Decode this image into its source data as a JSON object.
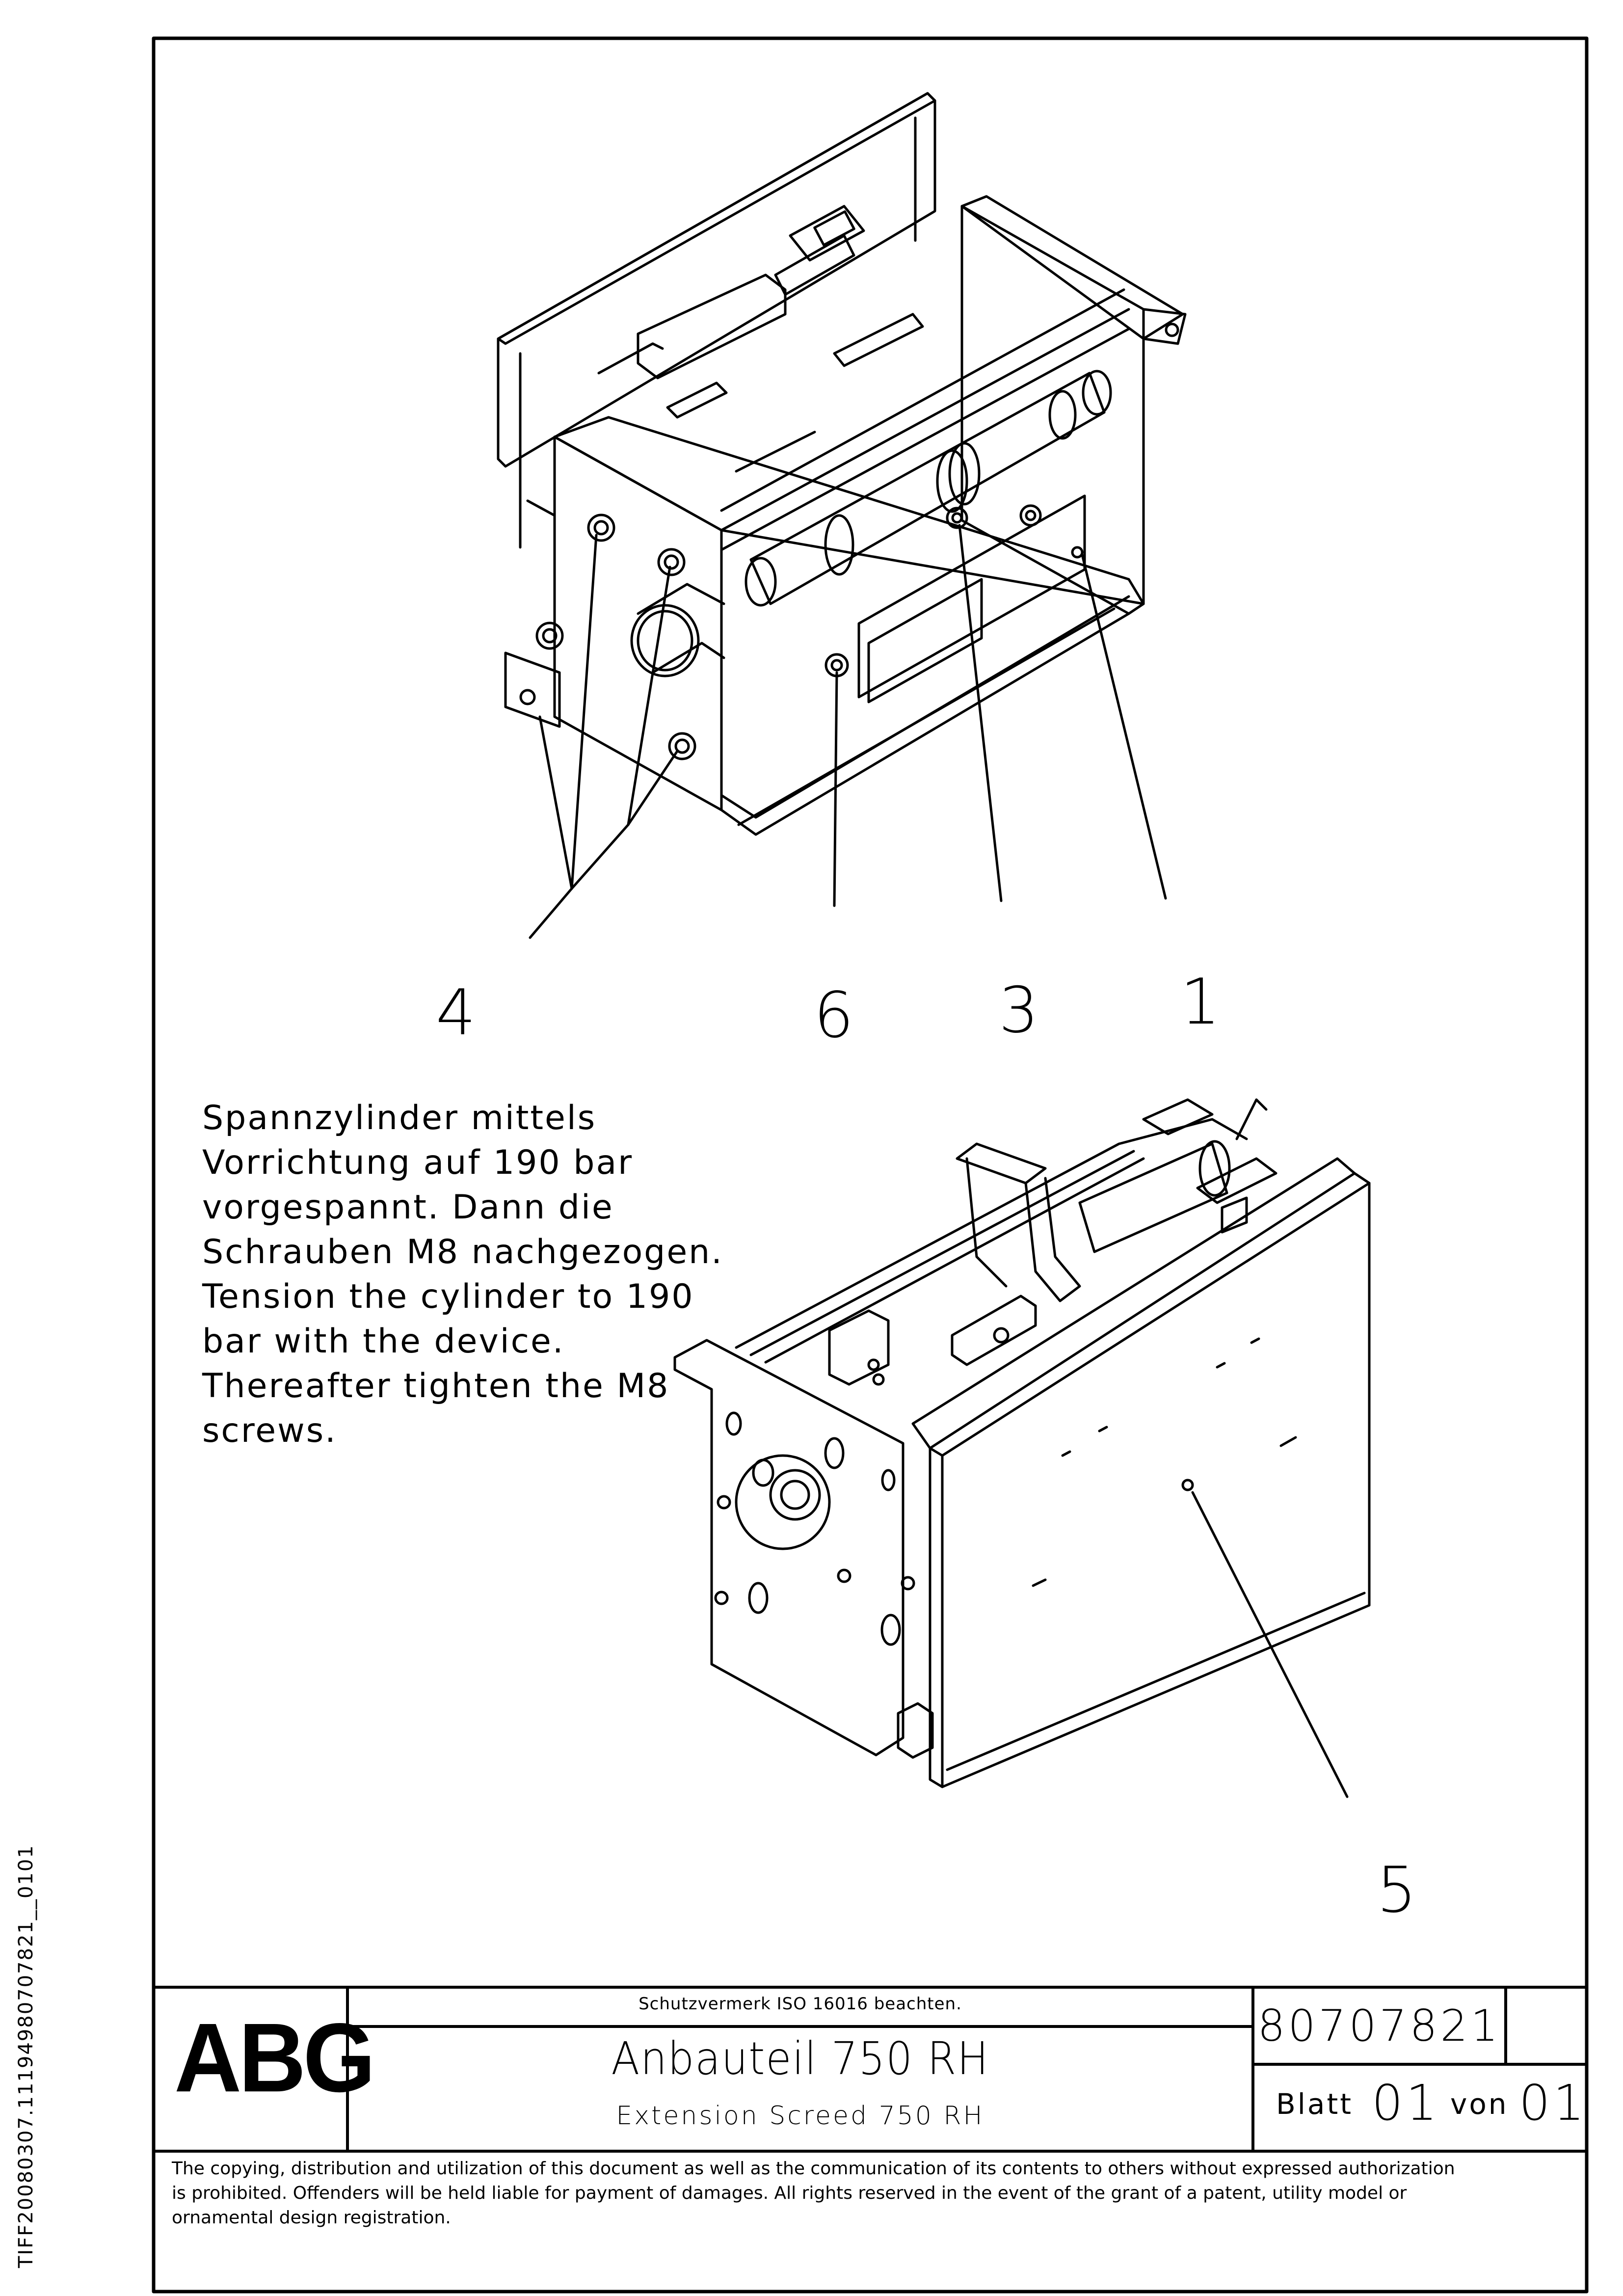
{
  "drawing": {
    "callouts": {
      "c1": "1",
      "c3": "3",
      "c4": "4",
      "c5": "5",
      "c6": "6"
    },
    "note_lines": [
      "Spannzylinder mittels",
      "Vorrichtung auf 190 bar",
      "vorgespannt. Dann die",
      "Schrauben M8 nachgezogen.",
      "Tension the cylinder to 190",
      "bar with the device.",
      "Thereafter tighten the M8",
      "screws."
    ]
  },
  "title_block": {
    "logo": "ABG",
    "protection_notice": "Schutzvermerk ISO 16016 beachten.",
    "title_de": "Anbauteil 750 RH",
    "title_en": "Extension Screed 750 RH",
    "drawing_number": "80707821",
    "sheet_label": "Blatt",
    "sheet_number": "01",
    "of_label": "von",
    "sheet_total": "01"
  },
  "copyright_lines": [
    "The copying, distribution and utilization of this document as well as the communication of its contents to others without expressed authorization",
    "is prohibited. Offenders will be held liable for payment of damages. All rights reserved in the event of the grant of a patent, utility model or",
    "ornamental design registration."
  ],
  "side_id": "TIFF20080307.11194980707821__0101"
}
